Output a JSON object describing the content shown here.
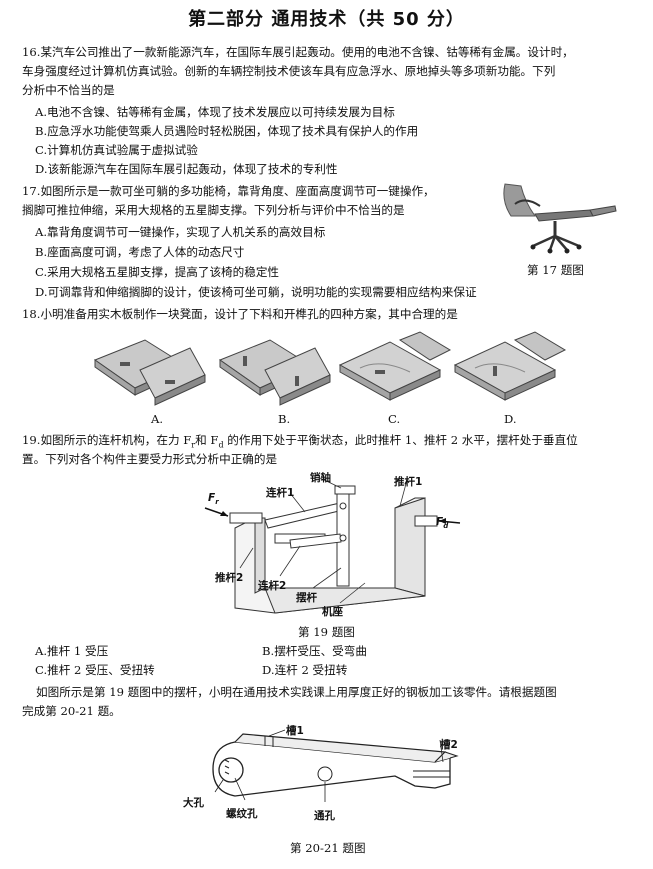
{
  "title": "第二部分 通用技术（共 50 分）",
  "q16": {
    "stem": [
      "16.某汽车公司推出了一款新能源汽车，在国际车展引起轰动。使用的电池不含镍、钴等稀有金属。设计时，",
      "车身强度经过计算机仿真试验。创新的车辆控制技术使该车具有应急浮水、原地掉头等多项新功能。下列",
      "分析中不恰当的是"
    ],
    "options": [
      "A.电池不含镍、钴等稀有金属，体现了技术发展应以可持续发展为目标",
      "B.应急浮水功能使驾乘人员遇险时轻松脱困，体现了技术具有保护人的作用",
      "C.计算机仿真试验属于虚拟试验",
      "D.该新能源汽车在国际车展引起轰动，体现了技术的专利性"
    ]
  },
  "q17": {
    "stem": [
      "17.如图所示是一款可坐可躺的多功能椅，靠背角度、座面高度调节可一键操作，",
      "搁脚可推拉伸缩，采用大规格的五星脚支撑。下列分析与评价中不恰当的是"
    ],
    "options": [
      "A.靠背角度调节可一键操作，实现了人机关系的高效目标",
      "B.座面高度可调，考虑了人体的动态尺寸",
      "C.采用大规格五星脚支撑，提高了该椅的稳定性",
      "D.可调靠背和伸缩搁脚的设计，使该椅可坐可躺，说明功能的实现需要相应结构来保证"
    ],
    "figure_caption": "第 17 题图"
  },
  "q18": {
    "stem": "18.小明准备用实木板制作一块凳面，设计了下料和开榫孔的四种方案，其中合理的是",
    "labels": [
      "A.",
      "B.",
      "C.",
      "D."
    ]
  },
  "q19": {
    "stem": [
      "19.如图所示的连杆机构，在力 F",
      "和 F",
      " 的作用下处于平衡状态，此时推杆 1、推杆 2 水平，摆杆处于垂直位",
      "置。下列对各个构件主要受力形式分析中正确的是"
    ],
    "sub_r": "r",
    "sub_d": "d",
    "figure_labels": {
      "pin": "销轴",
      "link1": "连杆1",
      "push1": "推杆1",
      "push2": "推杆2",
      "link2": "连杆2",
      "swing": "摆杆",
      "base": "机座",
      "fr": "F",
      "fr_sub": "r",
      "fd": "F",
      "fd_sub": "d"
    },
    "figure_caption": "第 19 题图",
    "options": [
      "A.推杆 1 受压",
      "B.摆杆受压、受弯曲",
      "C.推杆 2 受压、受扭转",
      "D.连杆 2 受扭转"
    ]
  },
  "q20_intro": [
    "如图所示是第 19 题图中的摆杆，小明在通用技术实践课上用厚度正好的钢板加工该零件。请根据题图",
    "完成第 20-21 题。"
  ],
  "q20_figure": {
    "slot1": "槽1",
    "slot2": "槽2",
    "big_hole": "大孔",
    "thread_hole": "螺纹孔",
    "through_hole": "通孔",
    "caption": "第 20-21 题图"
  }
}
